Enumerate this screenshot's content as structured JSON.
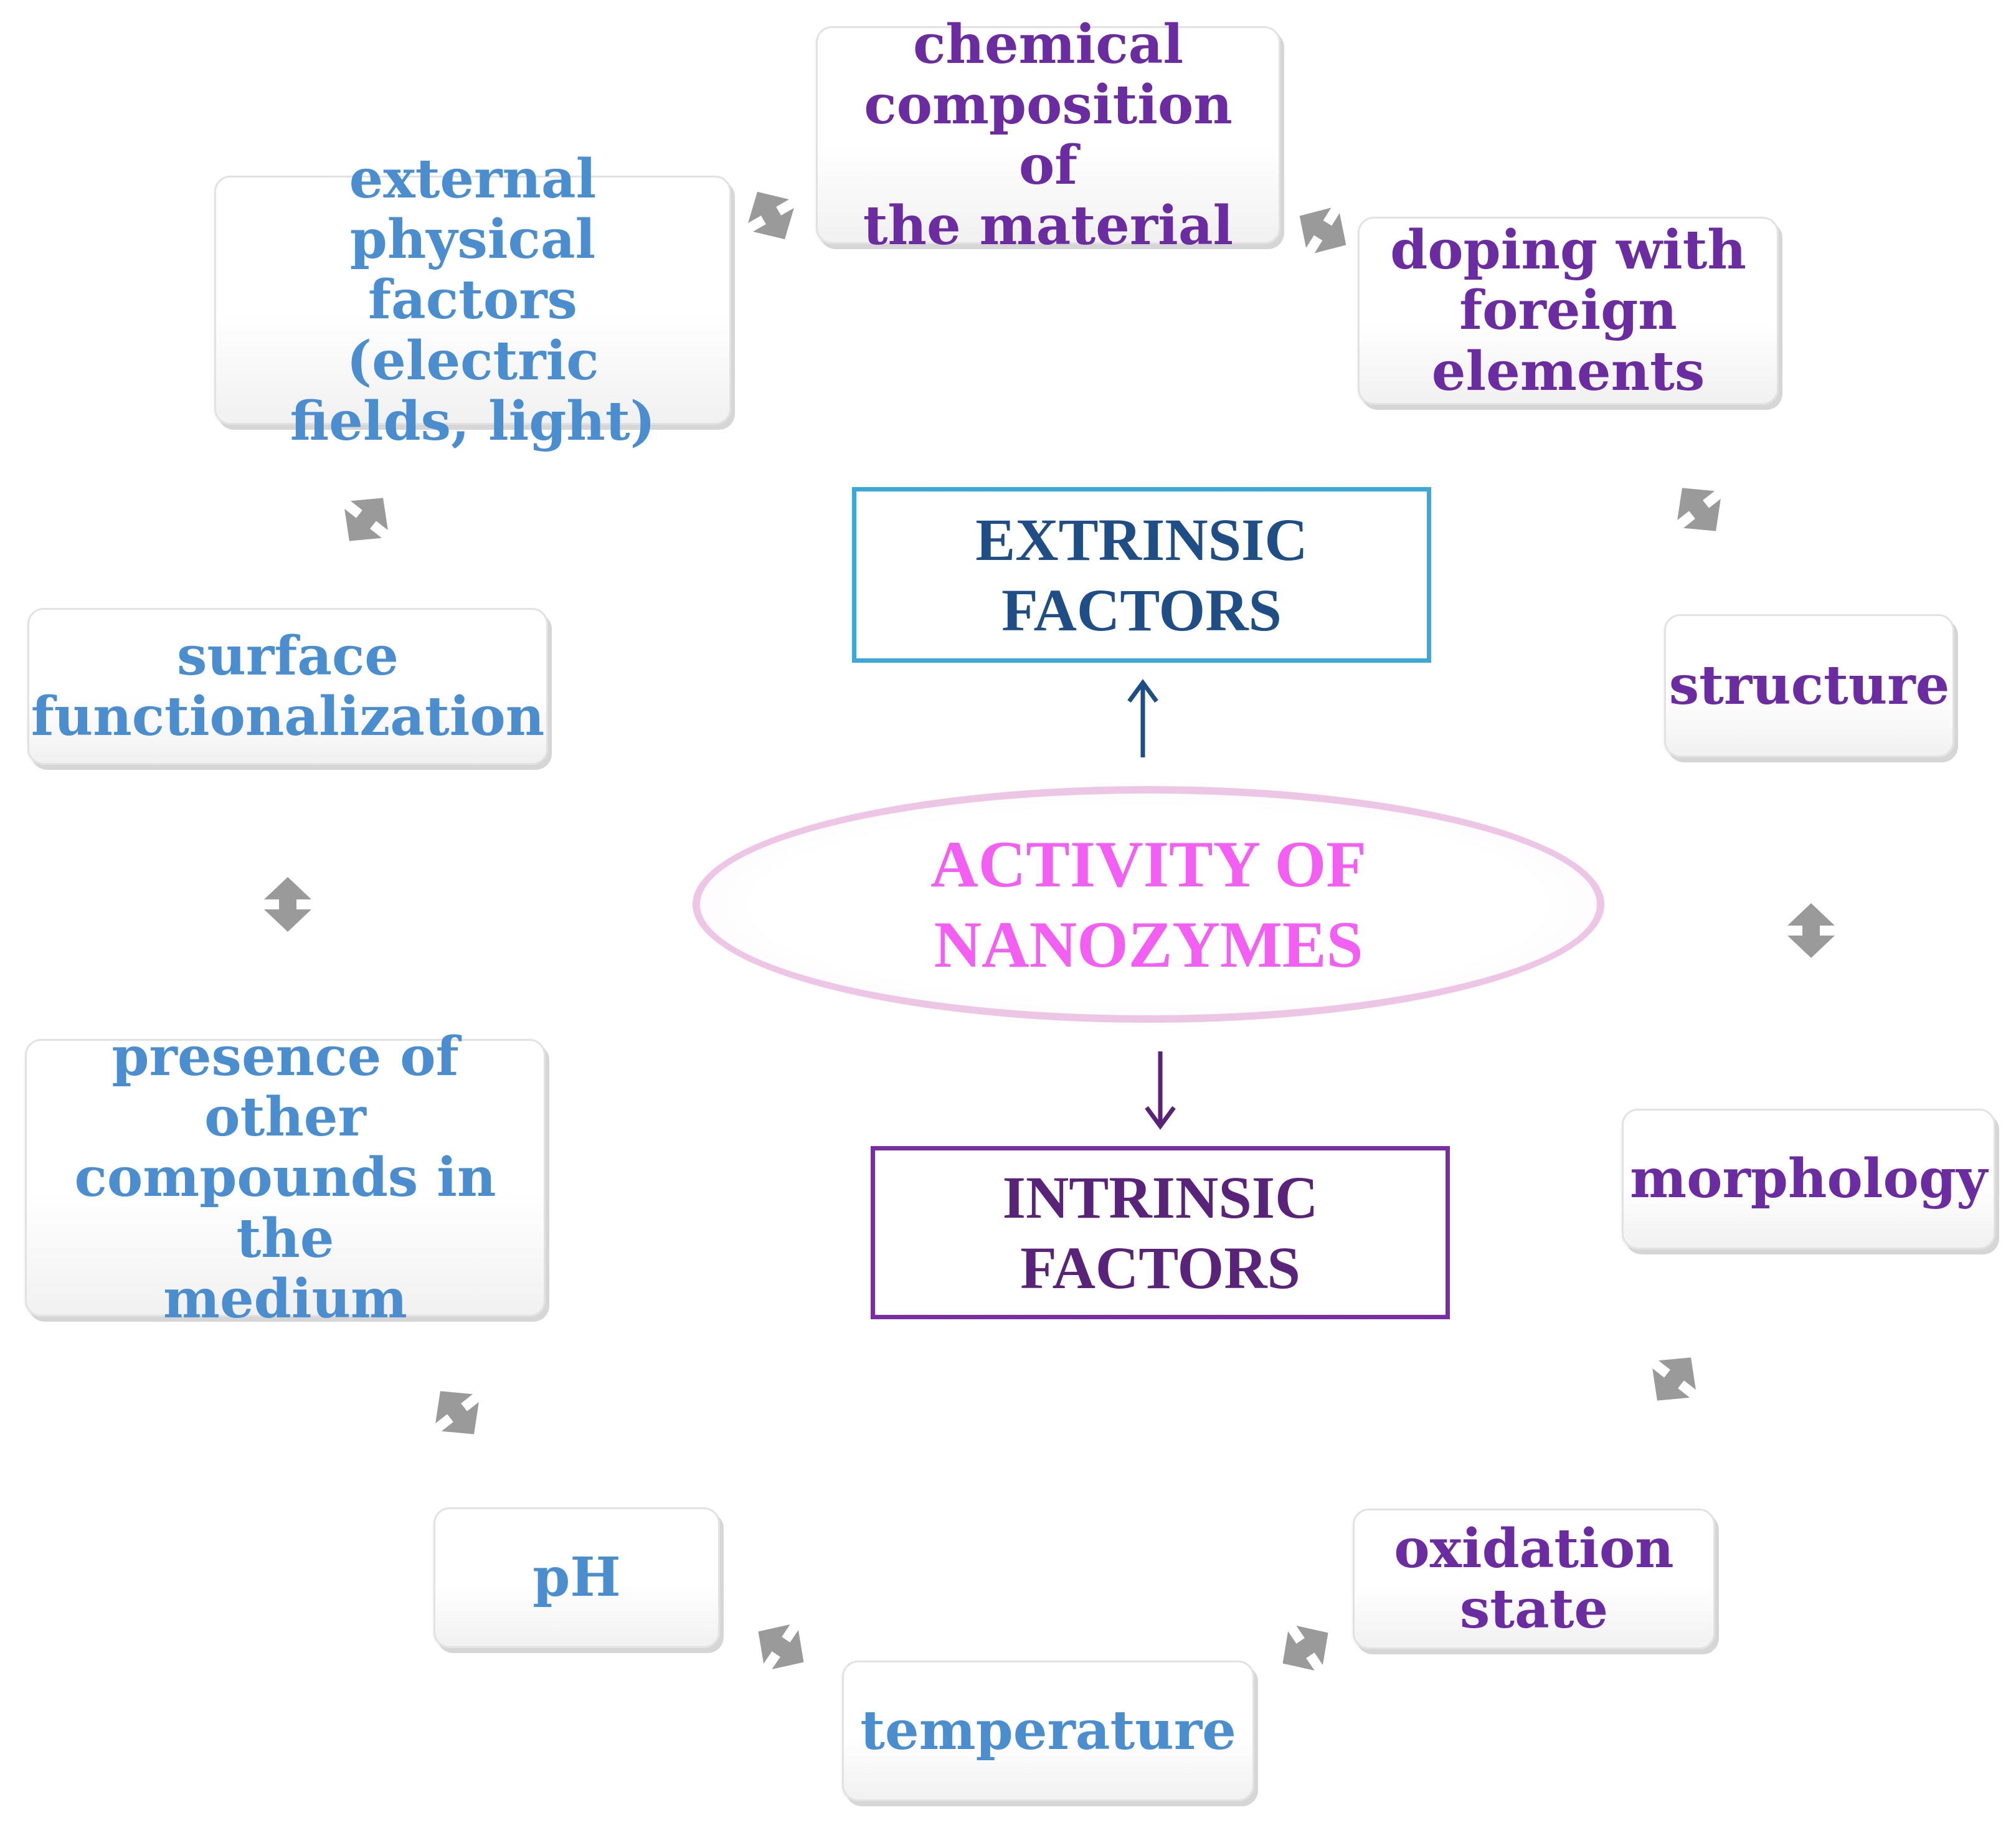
{
  "center": {
    "line1": "ACTIVITY OF",
    "line2": "NANOZYMES"
  },
  "extrinsic": {
    "line1": "EXTRINSIC",
    "line2": "FACTORS"
  },
  "intrinsic": {
    "line1": "INTRINSIC",
    "line2": "FACTORS"
  },
  "nodes": {
    "chemical_composition": [
      "chemical",
      "composition of",
      "the material"
    ],
    "doping": [
      "doping with",
      "foreign",
      "elements"
    ],
    "structure": [
      "structure"
    ],
    "morphology": [
      "morphology"
    ],
    "oxidation_state": [
      "oxidation",
      "state"
    ],
    "temperature": [
      "temperature"
    ],
    "ph": [
      "pH"
    ],
    "presence_other": [
      "presence of other",
      "compounds in the",
      "medium"
    ],
    "surface_functionalization": [
      "surface",
      "functionalization"
    ],
    "external_physical": [
      "external physical",
      "factors (electric",
      "fields, light)"
    ]
  },
  "colors": {
    "extrinsic_text": "#4a8ed0",
    "intrinsic_text": "#6a2ca0",
    "extrinsic_border": "#3aa9d8",
    "intrinsic_border": "#7a2ca3",
    "center_text": "#f25ff2",
    "center_border": "#ecc6e4",
    "cycle_arrow": "#9a9a9a"
  }
}
